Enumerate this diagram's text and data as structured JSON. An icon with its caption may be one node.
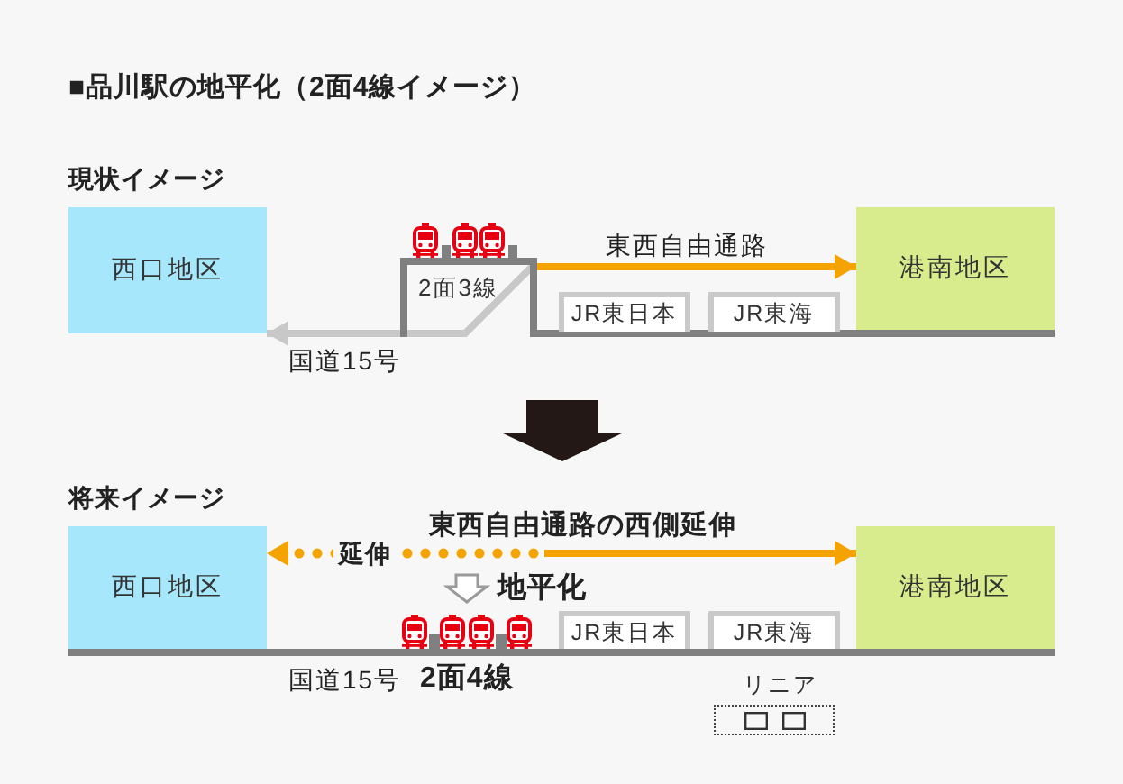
{
  "diagram": {
    "title": "■品川駅の地平化（2面4線イメージ）",
    "nodes": [
      {
        "text": [
          "西口地区"
        ]
      },
      {
        "text": [
          "2面3線"
        ]
      },
      {
        "text": [
          "JR東日本"
        ]
      },
      {
        "text": [
          "JR東海"
        ]
      },
      {
        "text": [
          "港南地区"
        ]
      },
      {
        "text": [
          "西口地区"
        ]
      },
      {
        "text": [
          "JR東日本"
        ]
      },
      {
        "text": [
          "JR東海"
        ]
      },
      {
        "text": [
          "港南地区"
        ]
      },
      {
        "text": [
          "リニア"
        ]
      }
    ],
    "edges": [
      {
        "from": 1,
        "to": 4,
        "arrow": "to",
        "label": "東西自由通路"
      },
      {
        "from": 1,
        "to": 0,
        "arrow": "to",
        "label": "国道15号",
        "color": "#c8c8c8"
      },
      {
        "from": null,
        "to": 8,
        "arrow": "to",
        "label": "東西自由通路の西側延伸"
      },
      {
        "from": null,
        "to": 5,
        "arrow": "to",
        "label": "延伸",
        "style": "dashed"
      }
    ],
    "labels": [
      "現状イメージ",
      "将来イメージ",
      "地平化",
      "国道15号",
      "2面4線"
    ]
  }
}
